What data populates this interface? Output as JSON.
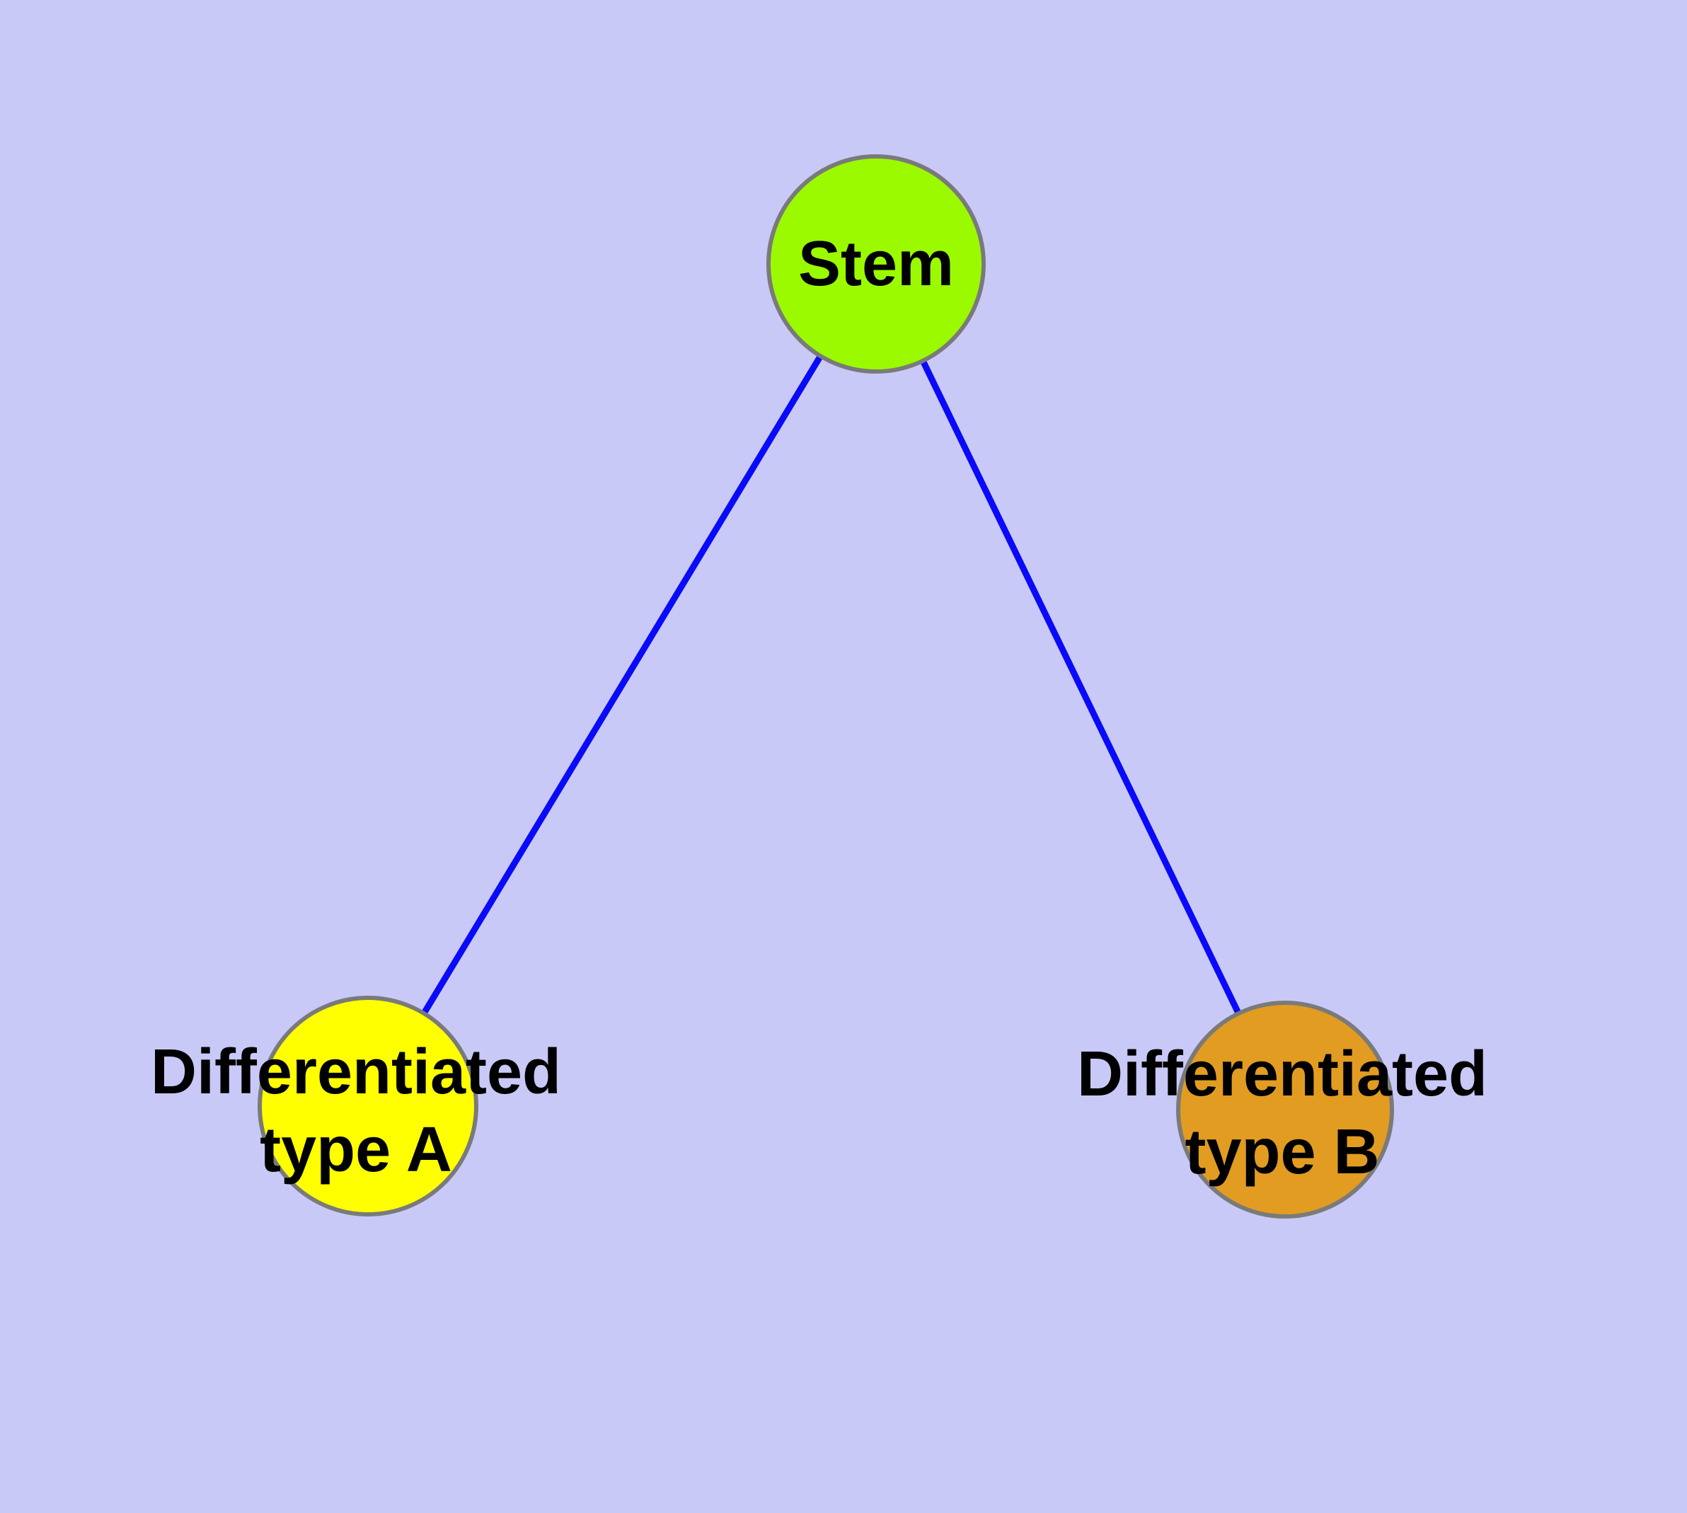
{
  "diagram": {
    "background_color": "#C9C9F8",
    "node_border_color": "#7A7A7A",
    "label_color": "#000000",
    "edge": {
      "color": "#0A0AFA"
    },
    "nodes": {
      "stem": {
        "label": "Stem",
        "fill": "#9BFA00"
      },
      "type_a": {
        "label_line1": "Differentiated",
        "label_line2": "type A",
        "fill": "#FFFF00"
      },
      "type_b": {
        "label_line1": "Differentiated",
        "label_line2": "type B",
        "fill": "#E29C21"
      }
    },
    "edges": [
      {
        "from": "Stem",
        "to": "Differentiated type A"
      },
      {
        "from": "Stem",
        "to": "Differentiated type B"
      }
    ]
  }
}
